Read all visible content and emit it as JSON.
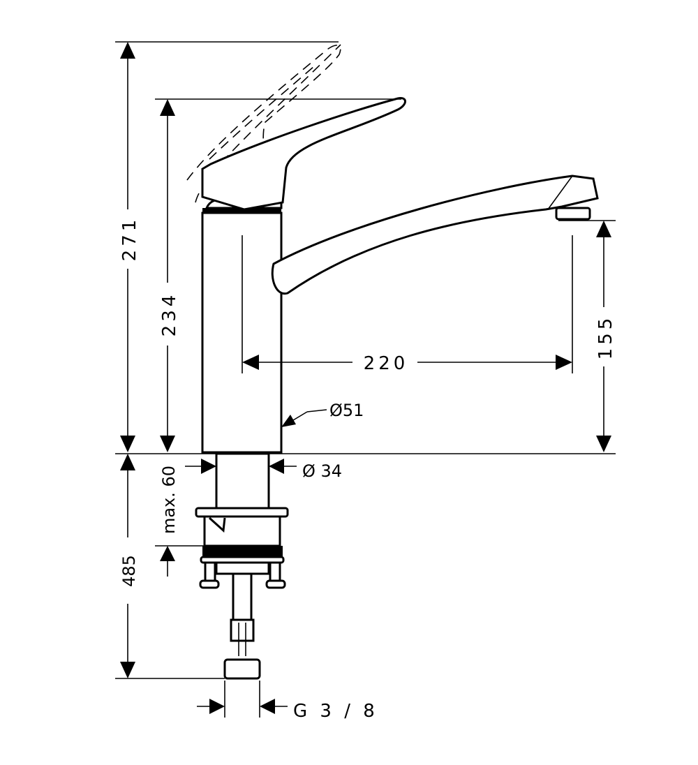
{
  "dimensions": {
    "total_height": "271",
    "handle_height": "234",
    "spout_reach": "220",
    "spout_height": "155",
    "body_diameter": "Ø51",
    "shank_diameter": "Ø 34",
    "max_counter_thickness": "max. 60",
    "hose_length": "485",
    "connection_thread": "G 3 / 8"
  }
}
